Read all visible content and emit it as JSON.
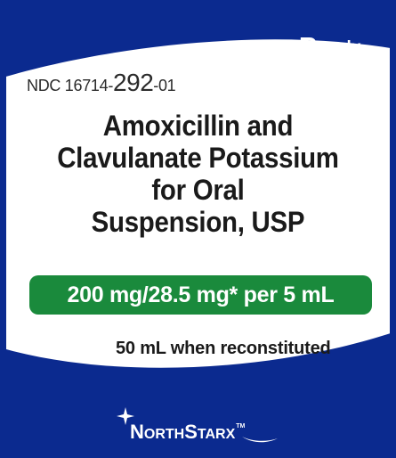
{
  "rx": {
    "r": "R",
    "x": "x",
    "only": "only"
  },
  "ndc": {
    "prefix": "NDC 16714-",
    "product_code": "292",
    "suffix": "-01"
  },
  "title_lines": [
    "Amoxicillin and",
    "Clavulanate Potassium",
    "for Oral",
    "Suspension, USP"
  ],
  "strength": "200 mg/28.5 mg* per 5 mL",
  "volume": "50 mL when reconstituted",
  "logo": {
    "n": "N",
    "orth": "ORTH",
    "s": "S",
    "tar": "TAR",
    "x": "X",
    "tm": "TM"
  },
  "colors": {
    "navy": "#0b2a8f",
    "green": "#1a8a3c"
  },
  "icons": {
    "logo_mark": "four-point-star-icon"
  }
}
